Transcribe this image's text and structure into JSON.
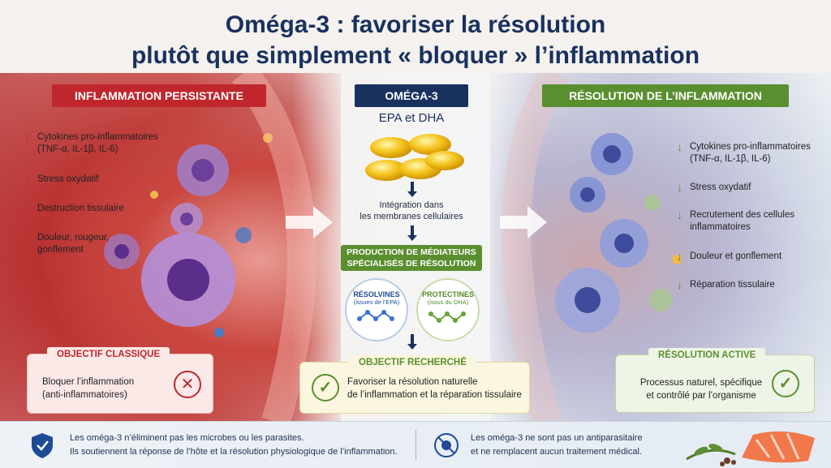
{
  "title": {
    "line1": "Oméga-3 : favoriser la résolution",
    "line2": "plutôt que simplement « bloquer » l’inflammation"
  },
  "left": {
    "header": "INFLAMMATION PERSISTANTE",
    "items": [
      {
        "arrow": "↑",
        "line1": "Cytokines pro-inflammatoires",
        "line2": "(TNF-α, IL-1β, IL-6)"
      },
      {
        "arrow": "↑",
        "line1": "Stress oxydatif",
        "line2": ""
      },
      {
        "arrow": "↑",
        "line1": "Destruction tissulaire",
        "line2": ""
      },
      {
        "arrow": "↓",
        "line1": "Douleur, rougeur,",
        "line2": "gonflement"
      }
    ],
    "box_tag": "OBJECTIF CLASSIQUE",
    "box_line1": "Bloquer l’inflammation",
    "box_line2": "(anti-inflammatoires)"
  },
  "center": {
    "header": "OMÉGA-3",
    "subtitle": "EPA et DHA",
    "step1_line1": "Intégration dans",
    "step1_line2": "les membranes cellulaires",
    "production_line1": "PRODUCTION DE MÉDIATEURS",
    "production_line2": "SPÉCIALISÉS DE RÉSOLUTION",
    "resolvines": {
      "name": "RÉSOLVINES",
      "source": "(issues de l’EPA)"
    },
    "protectines": {
      "name": "PROTECTINES",
      "source": "(issus du DHA)"
    },
    "box_tag": "OBJECTIF RECHERCHÉ",
    "box_line1": "Favoriser la résolution naturelle",
    "box_line2": "de l’inflammation et la réparation tissulaire"
  },
  "right": {
    "header": "RÉSOLUTION DE L’INFLAMMATION",
    "items": [
      {
        "arrow": "↓",
        "line1": "Cytokines pro-inflammatoires",
        "line2": "(TNF-α, IL-1β, IL-6)"
      },
      {
        "arrow": "↓",
        "line1": "Stress oxydatif",
        "line2": ""
      },
      {
        "arrow": "↓",
        "line1": "Recrutement des cellules",
        "line2": "inflammatoires"
      },
      {
        "arrow": "↓",
        "line1": "Douleur et gonflement",
        "line2": ""
      },
      {
        "arrow": "↓",
        "line1": "Réparation tissulaire",
        "line2": ""
      }
    ],
    "box_tag": "RÉSOLUTION ACTIVE",
    "box_line1": "Processus naturel, spécifique",
    "box_line2": "et contrôlé par l’organisme"
  },
  "footer": {
    "note1_line1": "Les oméga-3 n’éliminent pas les microbes ou les parasites.",
    "note1_line2": "Ils soutiennent la réponse de l’hôte et la résolution physiologique de l’inflammation.",
    "note2_line1": "Les oméga-3 ne sont pas un antiparasitaire",
    "note2_line2": "et ne remplacent aucun traitement médical."
  },
  "colors": {
    "navy": "#19315e",
    "red": "#c0272d",
    "green": "#5a8f2f",
    "center_box": "#fbf6df",
    "left_box": "#fbe9e8",
    "right_box": "#eef5e7"
  },
  "icons": [
    "shield-icon",
    "cross-icon",
    "check-icon",
    "microbe-icon",
    "capsule-icon",
    "salmon-icon",
    "arrow-right-icon",
    "arrow-down-icon"
  ]
}
